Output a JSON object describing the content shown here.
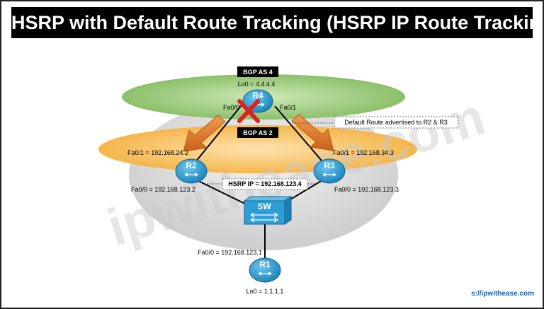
{
  "title": "HSRP with Default Route Tracking (HSRP IP Route Tracking)",
  "watermark": "ipwithease.com",
  "site_url": "s://ipwithease.com",
  "zones": {
    "bgp4": "BGP AS 4",
    "bgp2": "BGP AS 2"
  },
  "routers": {
    "r4": {
      "name": "R4",
      "loopback": "Lo0 = 4.4.4.4",
      "left_if": "Fa0/0",
      "right_if": "Fa0/1"
    },
    "r2": {
      "name": "R2",
      "fa01": "Fa0/1 = 192.168.24.2",
      "fa00": "Fa0/0 = 192.168.123.2"
    },
    "r3": {
      "name": "R3",
      "fa01": "Fa0/1 = 192.168.34.3",
      "fa00": "Fa0/0 = 192.168.123.3"
    },
    "r1": {
      "name": "R1",
      "fa00": "Fa0/0 = 192.168.123.1",
      "loopback": "Lo0 = 1.1.1.1"
    }
  },
  "switch": {
    "name": "SW"
  },
  "annotations": {
    "default_route": "Default Route advertised to R2 & R3",
    "hsrp_ip": "HSRP IP = 192.168.123.4"
  },
  "colors": {
    "bgp4_zone": "#a9d18e",
    "bgp2_zone": "#f8c66b",
    "lan_zone": "#d0d0d0",
    "router": "#2e9fd6",
    "arrow": "#e07b2c",
    "failure_x": "#e0201b"
  }
}
